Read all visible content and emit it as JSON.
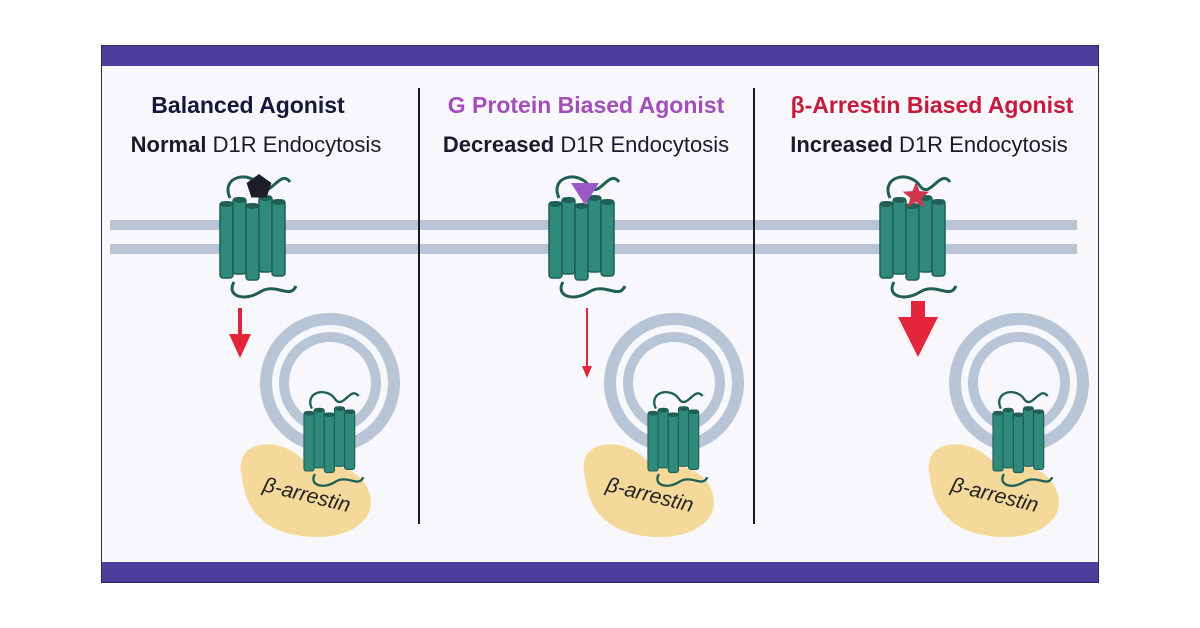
{
  "colors": {
    "band": "#4d3e9c",
    "receptor": "#2f8a7c",
    "receptor_dark": "#1f5f55",
    "membrane": "#b7c5d6",
    "arrow": "#e3243b",
    "arrestin": "#f4d99a",
    "balanced_title": "#16173a",
    "g_protein_title": "#a24fbb",
    "beta_arrestin_title": "#c7193a",
    "ligand_pentagon": "#1c1f2b",
    "ligand_triangle": "#9b59c7",
    "ligand_star": "#d0334a"
  },
  "panels": [
    {
      "title": "Balanced Agonist",
      "subtitle_bold": "Normal",
      "subtitle_rest": " D1R Endocytosis",
      "ligand_icon": "pentagon-ligand-icon",
      "arrow_strength": "medium",
      "arrestin_label": "β-arrestin"
    },
    {
      "title": "G Protein Biased Agonist",
      "subtitle_bold": "Decreased",
      "subtitle_rest": " D1R Endocytosis",
      "ligand_icon": "triangle-ligand-icon",
      "arrow_strength": "thin",
      "arrestin_label": "β-arrestin"
    },
    {
      "title": "β-Arrestin Biased Agonist",
      "subtitle_bold": "Increased",
      "subtitle_rest": " D1R Endocytosis",
      "ligand_icon": "star-ligand-icon",
      "arrow_strength": "thick",
      "arrestin_label": "β-arrestin"
    }
  ]
}
